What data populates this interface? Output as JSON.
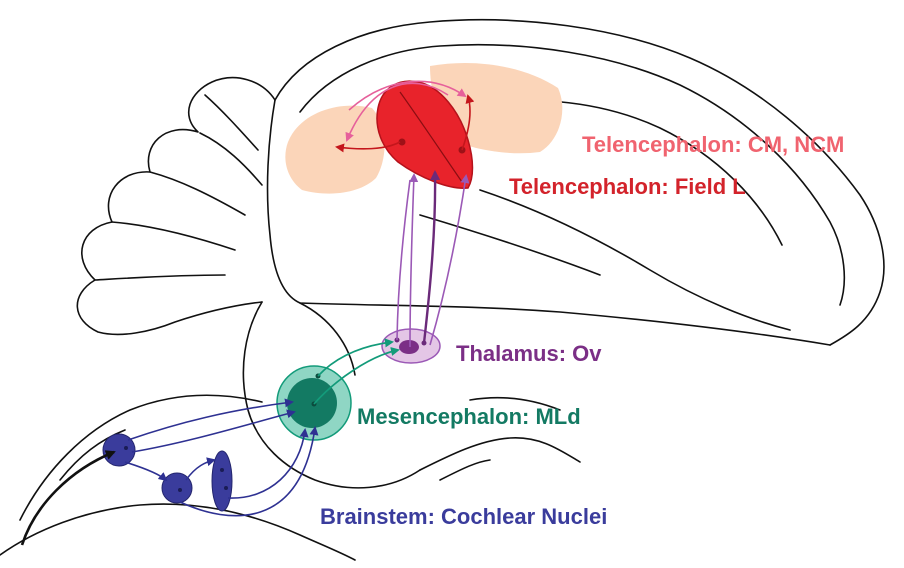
{
  "labels": {
    "cm_ncm": "Telencephalon: CM, NCM",
    "field_l": "Telencephalon: Field L",
    "ov": "Thalamus: Ov",
    "mld": "Mesencephalon: MLd",
    "cochlear": "Brainstem: Cochlear Nuclei"
  },
  "colors": {
    "cm_ncm": "#f0636f",
    "field_l": "#d3232b",
    "ov": "#7b2f86",
    "mld": "#137a63",
    "cochlear": "#3a3c9c",
    "outline": "#111111"
  }
}
